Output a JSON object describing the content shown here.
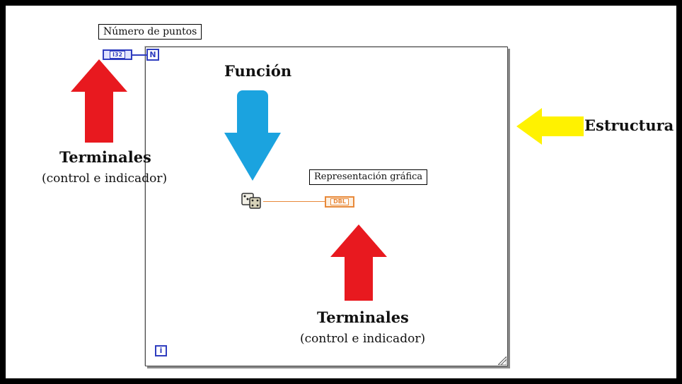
{
  "labels": {
    "numero_de_puntos": "Número de puntos",
    "representacion_grafica": "Representación gráfica"
  },
  "terminals": {
    "i32": "I32",
    "n": "N",
    "i": "i",
    "dbl": "DBL"
  },
  "annotations": {
    "funcion": "Función",
    "estructura": "Estructura",
    "terminales_left": "Terminales",
    "terminales_left_sub": "(control e indicador)",
    "terminales_bottom": "Terminales",
    "terminales_bottom_sub": "(control e indicador)"
  },
  "colors": {
    "red_arrow": "#e8191f",
    "blue_arrow": "#1ba3df",
    "yellow_arrow": "#fff200",
    "numeric_blue": "#2f3dbf",
    "numeric_orange": "#e8893a"
  },
  "icons": {
    "function_node": "dice-icon"
  }
}
